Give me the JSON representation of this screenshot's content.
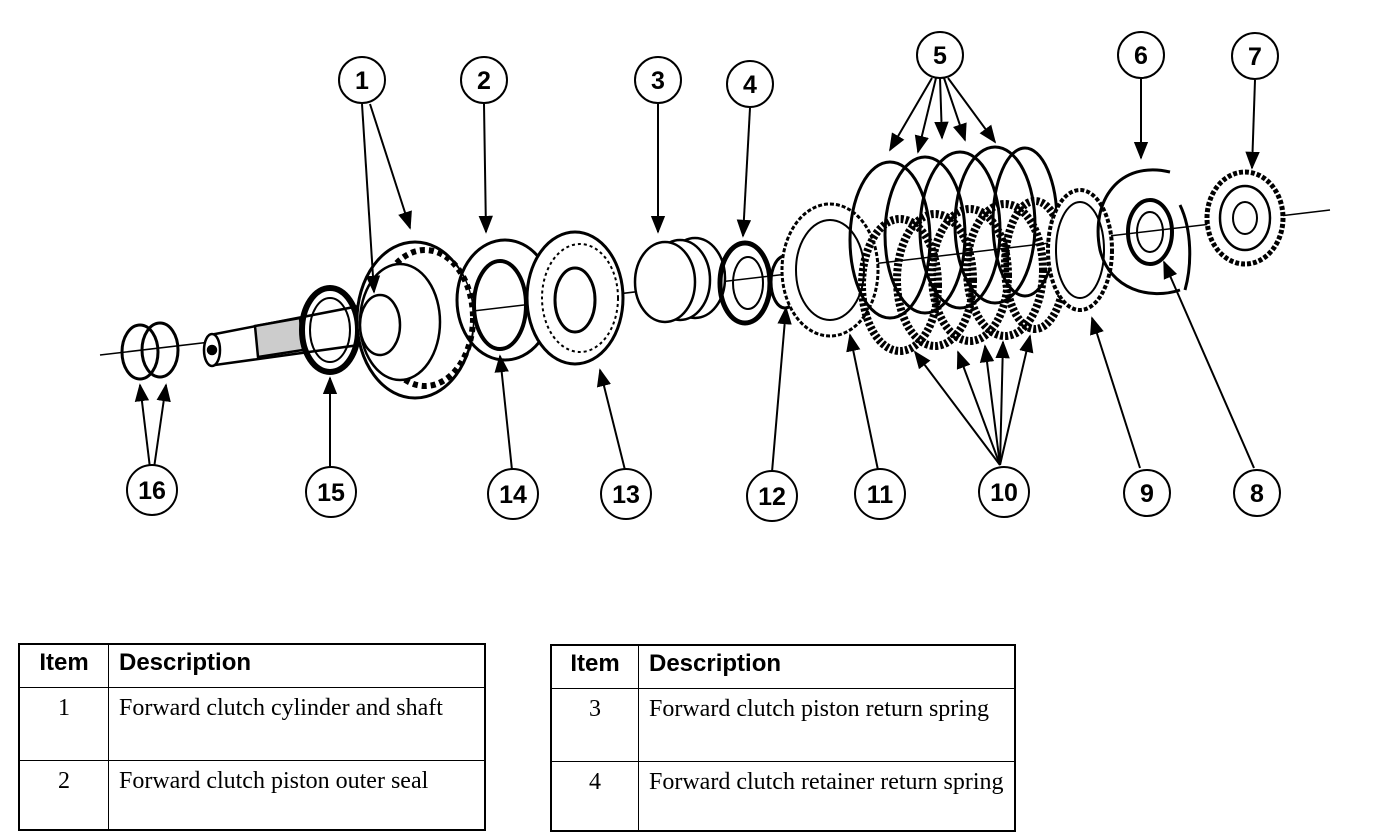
{
  "diagram": {
    "callouts": [
      "1",
      "2",
      "3",
      "4",
      "5",
      "6",
      "7",
      "8",
      "9",
      "10",
      "11",
      "12",
      "13",
      "14",
      "15",
      "16"
    ]
  },
  "tables": {
    "left": {
      "headers": {
        "item": "Item",
        "description": "Description"
      },
      "rows": [
        {
          "item": "1",
          "description": "Forward clutch cylinder and shaft"
        },
        {
          "item": "2",
          "description": "Forward clutch piston outer seal"
        }
      ]
    },
    "right": {
      "headers": {
        "item": "Item",
        "description": "Description"
      },
      "rows": [
        {
          "item": "3",
          "description": "Forward clutch piston return spring"
        },
        {
          "item": "4",
          "description": "Forward clutch retainer return spring"
        }
      ]
    }
  }
}
